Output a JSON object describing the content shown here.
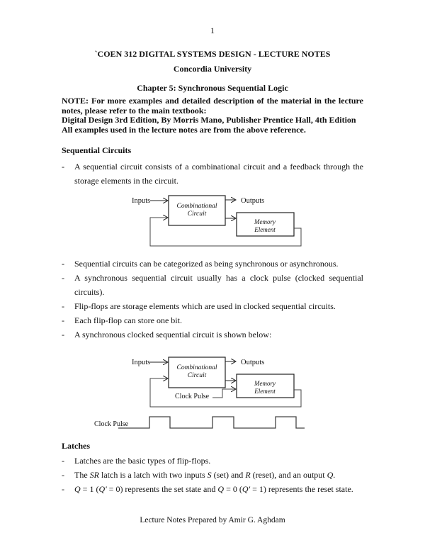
{
  "page_number": "1",
  "header": {
    "title": "`COEN 312 DIGITAL SYSTEMS DESIGN - LECTURE NOTES",
    "university": "Concordia University",
    "chapter": "Chapter 5: Synchronous Sequential Logic"
  },
  "note": {
    "line1": "NOTE: For more examples and detailed description of the material in the lecture",
    "line2": "notes, please refer to the main textbook:",
    "line3": "Digital Design 3rd Edition, By Morris Mano, Publisher Prentice Hall, 4th Edition",
    "line4": "All examples used in the lecture notes are from the above reference."
  },
  "sequential_circuits": {
    "heading": "Sequential Circuits",
    "bullet_dash": "-",
    "intro_line1": "A sequential circuit consists of a combinational circuit and a feedback through the",
    "intro_line2": "storage elements in the circuit.",
    "diagram1": {
      "inputs": "Inputs",
      "outputs": "Outputs",
      "comb_line1": "Combinational",
      "comb_line2": "Circuit",
      "mem_line1": "Memory",
      "mem_line2": "Element"
    },
    "bullets": [
      "Sequential circuits can be categorized as being synchronous or asynchronous.",
      "A synchronous sequential circuit usually has a clock pulse (clocked sequential",
      "circuits).",
      "Flip-flops are storage elements which are used in clocked sequential circuits.",
      "Each flip-flop can store one bit.",
      "A synchronous clocked sequential circuit is shown below:"
    ],
    "diagram2": {
      "inputs": "Inputs",
      "outputs": "Outputs",
      "comb_line1": "Combinational",
      "comb_line2": "Circuit",
      "mem_line1": "Memory",
      "mem_line2": "Element",
      "clock_pulse": "Clock Pulse"
    },
    "waveform_label": "Clock Pulse"
  },
  "latches": {
    "heading": "Latches",
    "b1": "Latches are the basic types of flip-flops.",
    "b2_pre": "The ",
    "b2_sr": "SR",
    "b2_mid1": " latch is a latch with two inputs ",
    "b2_s": "S",
    "b2_mid2": " (set) and ",
    "b2_r": "R",
    "b2_mid3": " (reset), and an output ",
    "b2_q": "Q",
    "b2_end": ".",
    "b3_q1": "Q",
    "b3_a": " = 1 (",
    "b3_qp1": "Q'",
    "b3_b": " = 0) represents the set state and ",
    "b3_q2": "Q",
    "b3_c": " = 0 (",
    "b3_qp2": "Q'",
    "b3_d": " = 1) represents the reset state."
  },
  "footer": "Lecture Notes Prepared by Amir G. Aghdam"
}
